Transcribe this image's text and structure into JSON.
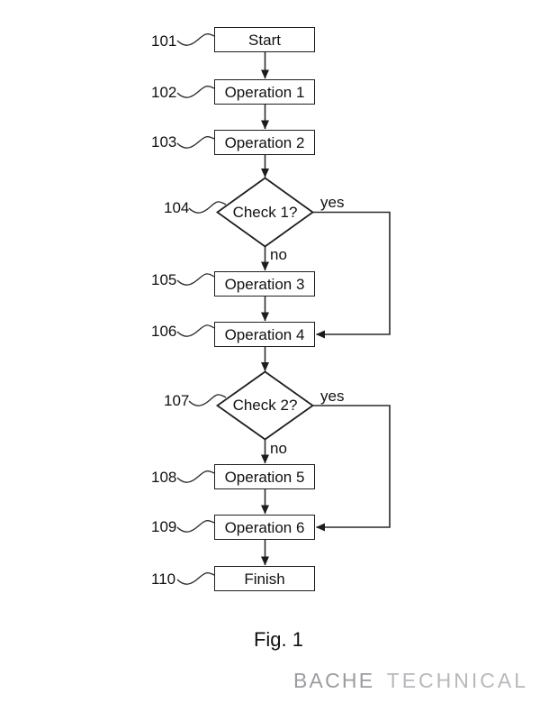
{
  "figure": {
    "caption": "Fig. 1",
    "branding": {
      "primary": "BACHE",
      "secondary": "TECHNICAL"
    }
  },
  "flowchart": {
    "branch_yes": "yes",
    "branch_no": "no",
    "nodes": [
      {
        "ref": "101",
        "label": "Start",
        "shape": "rect"
      },
      {
        "ref": "102",
        "label": "Operation 1",
        "shape": "rect"
      },
      {
        "ref": "103",
        "label": "Operation 2",
        "shape": "rect"
      },
      {
        "ref": "104",
        "label": "Check 1?",
        "shape": "diamond"
      },
      {
        "ref": "105",
        "label": "Operation 3",
        "shape": "rect"
      },
      {
        "ref": "106",
        "label": "Operation 4",
        "shape": "rect"
      },
      {
        "ref": "107",
        "label": "Check 2?",
        "shape": "diamond"
      },
      {
        "ref": "108",
        "label": "Operation 5",
        "shape": "rect"
      },
      {
        "ref": "109",
        "label": "Operation 6",
        "shape": "rect"
      },
      {
        "ref": "110",
        "label": "Finish",
        "shape": "rect"
      }
    ],
    "edges": [
      {
        "from": "101",
        "to": "102"
      },
      {
        "from": "102",
        "to": "103"
      },
      {
        "from": "103",
        "to": "104"
      },
      {
        "from": "104",
        "to": "105",
        "label": "no"
      },
      {
        "from": "104",
        "to": "106",
        "label": "yes"
      },
      {
        "from": "105",
        "to": "106"
      },
      {
        "from": "106",
        "to": "107"
      },
      {
        "from": "107",
        "to": "108",
        "label": "no"
      },
      {
        "from": "107",
        "to": "109",
        "label": "yes"
      },
      {
        "from": "108",
        "to": "109"
      },
      {
        "from": "109",
        "to": "110"
      }
    ]
  },
  "colors": {
    "line": "#2a2a2a",
    "node_border": "#1e1e1e",
    "text": "#111111",
    "background": "#ffffff",
    "brand_primary": "#9c9ca0",
    "brand_secondary": "#b8b8bc"
  }
}
